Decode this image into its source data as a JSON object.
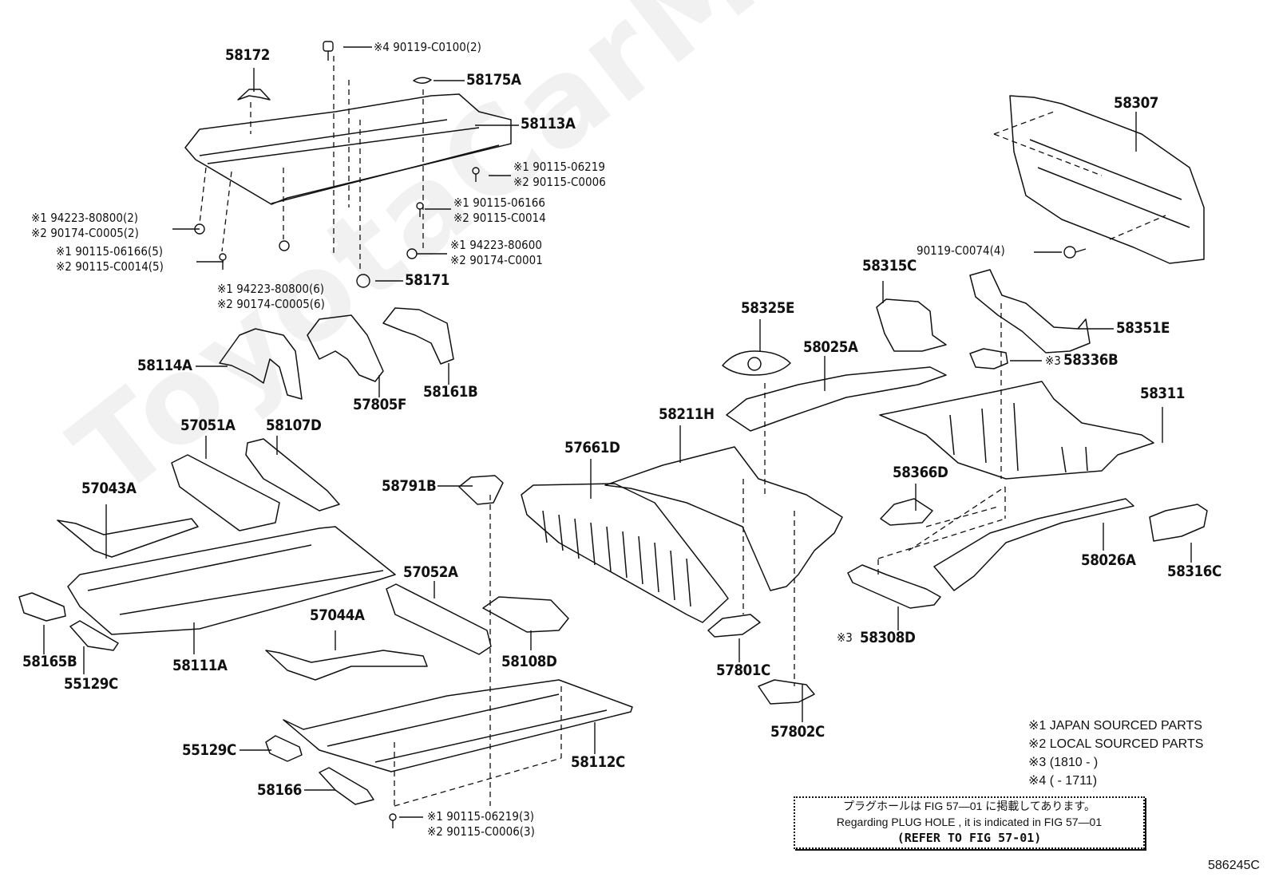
{
  "watermark": "ToyotaCarMine.ru",
  "figure_id": "586245C",
  "parts": {
    "p58172": "58172",
    "p58175A": "58175A",
    "p58113A": "58113A",
    "p58171": "58171",
    "p58114A": "58114A",
    "p57805F": "57805F",
    "p58161B": "58161B",
    "p57051A": "57051A",
    "p58107D": "58107D",
    "p57043A": "57043A",
    "p58791B": "58791B",
    "p58111A": "58111A",
    "p58165B": "58165B",
    "p55129C_a": "55129C",
    "p57052A": "57052A",
    "p57044A": "57044A",
    "p58108D": "58108D",
    "p55129C_b": "55129C",
    "p58166": "58166",
    "p58112C": "58112C",
    "p57661D": "57661D",
    "p58211H": "58211H",
    "p57801C": "57801C",
    "p57802C": "57802C",
    "p58325E": "58325E",
    "p58025A": "58025A",
    "p58315C": "58315C",
    "p58307": "58307",
    "p58351E": "58351E",
    "p58336B": "58336B",
    "p58311": "58311",
    "p58366D": "58366D",
    "p58026A": "58026A",
    "p58316C": "58316C",
    "p58308D": "58308D"
  },
  "fasteners": {
    "f1": [
      "※4 90119-C0100(2)"
    ],
    "f2": [
      "※1 90115-06219",
      "※2 90115-C0006"
    ],
    "f3": [
      "※1 90115-06166",
      "※2 90115-C0014"
    ],
    "f4": [
      "※1 94223-80600",
      "※2 90174-C0001"
    ],
    "f5": [
      "※1 94223-80800(2)",
      "※2 90174-C0005(2)"
    ],
    "f6": [
      "※1 90115-06166(5)",
      "※2 90115-C0014(5)"
    ],
    "f7": [
      "※1 94223-80800(6)",
      "※2 90174-C0005(6)"
    ],
    "f8": [
      "90119-C0074(4)"
    ],
    "f9": [
      "※1 90115-06219(3)",
      "※2 90115-C0006(3)"
    ]
  },
  "notes": {
    "n3": "※3",
    "n3b": "※3"
  },
  "legend": [
    "※1 JAPAN SOURCED PARTS",
    "※2 LOCAL SOURCED PARTS",
    "※3 (1810 -        )",
    "※4 (        - 1711)"
  ],
  "notebox": {
    "jp": "プラグホールは FIG 57—01 に掲載してあります。",
    "en": "Regarding  PLUG  HOLE , it is indicated in FIG  57—01",
    "ref": "(REFER TO FIG 57-01)"
  }
}
